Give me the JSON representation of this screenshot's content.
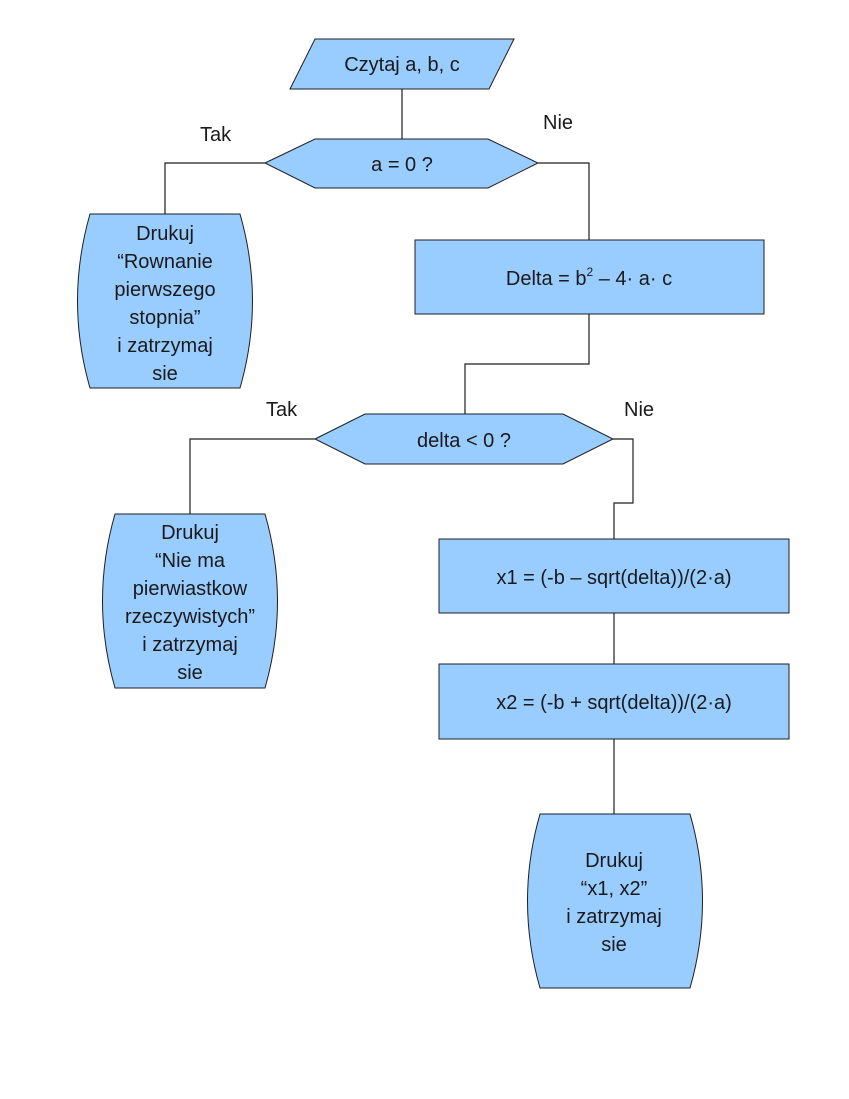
{
  "colors": {
    "node_fill": "#99ccff",
    "stroke": "#1f1f1f",
    "text": "#1a1a1a",
    "background": "#ffffff"
  },
  "nodes": {
    "input": {
      "shape": "parallelogram",
      "text": "Czytaj a, b, c"
    },
    "decision_a": {
      "shape": "hexagon",
      "text": "a = 0 ?"
    },
    "print_linear": {
      "shape": "terminal",
      "lines": [
        "Drukuj",
        "“Rownanie",
        "pierwszego",
        "stopnia”",
        "i zatrzymaj",
        "sie"
      ]
    },
    "delta_calc": {
      "shape": "rectangle",
      "prefix": "Delta = b",
      "sup": "2",
      "suffix": " – 4· a· c"
    },
    "decision_delta": {
      "shape": "hexagon",
      "text": "delta < 0 ?"
    },
    "print_no_roots": {
      "shape": "terminal",
      "lines": [
        "Drukuj",
        "“Nie ma",
        "pierwiastkow",
        "rzeczywistych”",
        "i zatrzymaj",
        "sie"
      ]
    },
    "x1_calc": {
      "shape": "rectangle",
      "text": "x1 = (-b – sqrt(delta))/(2·a)"
    },
    "x2_calc": {
      "shape": "rectangle",
      "text": "x2 = (-b + sqrt(delta))/(2·a)"
    },
    "print_roots": {
      "shape": "terminal",
      "lines": [
        "Drukuj",
        "“x1, x2”",
        "i zatrzymaj",
        "sie"
      ]
    }
  },
  "edge_labels": {
    "a_yes": "Tak",
    "a_no": "Nie",
    "delta_yes": "Tak",
    "delta_no": "Nie"
  }
}
